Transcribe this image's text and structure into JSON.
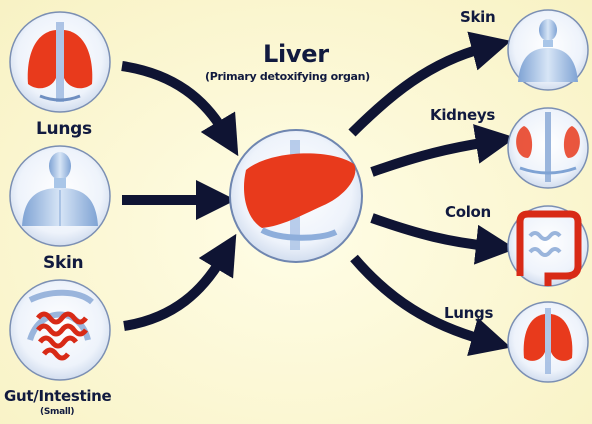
{
  "center": {
    "title": "Liver",
    "subtitle": "(Primary detoxifying organ)"
  },
  "inputs": [
    {
      "label": "Lungs",
      "icon": "lungs-icon"
    },
    {
      "label": "Skin",
      "icon": "body-icon"
    },
    {
      "label": "Gut/Intestine",
      "sublabel": "(Small)",
      "icon": "intestine-icon"
    }
  ],
  "outputs": [
    {
      "label": "Skin",
      "icon": "body-icon"
    },
    {
      "label": "Kidneys",
      "icon": "kidneys-icon"
    },
    {
      "label": "Colon",
      "icon": "colon-icon"
    },
    {
      "label": "Lungs",
      "icon": "lungs-icon"
    }
  ],
  "colors": {
    "arrow": "#0f1433",
    "organ": "#e83a1c",
    "background": "#fbf7cf",
    "body": "#a9c6e8"
  }
}
